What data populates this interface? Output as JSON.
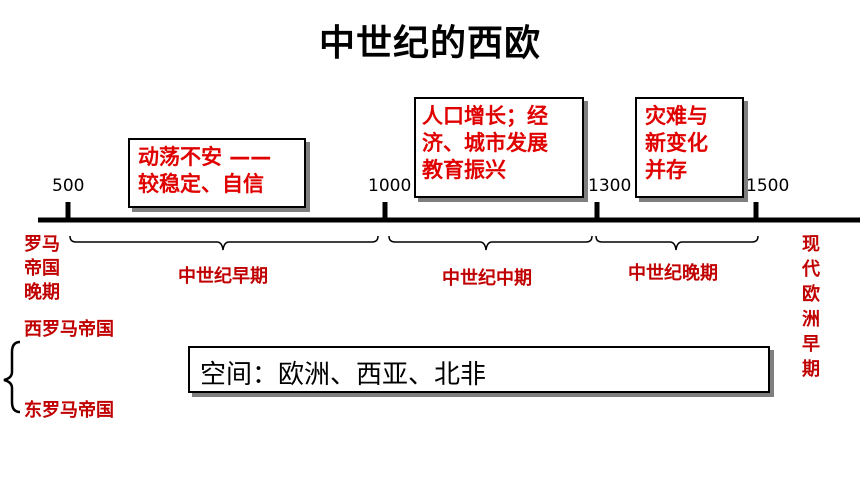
{
  "title": "中世纪的西欧",
  "timeline": {
    "years": [
      "500",
      "1000",
      "1300",
      "1500"
    ],
    "periods": [
      "中世纪早期",
      "中世纪中期",
      "中世纪晚期"
    ],
    "left_label": "罗马帝国晚期",
    "right_label": "现代欧洲早期"
  },
  "boxes": {
    "early": [
      "动荡不安 ——",
      "较稳定、自信"
    ],
    "middle": [
      "人口增长；经",
      "济、城市发展",
      "教育振兴"
    ],
    "late": [
      "灾难与",
      "新变化",
      "并存"
    ]
  },
  "empires": {
    "west": "西罗马帝国",
    "east": "东罗马帝国"
  },
  "space_text": "空间：欧洲、西亚、北非"
}
